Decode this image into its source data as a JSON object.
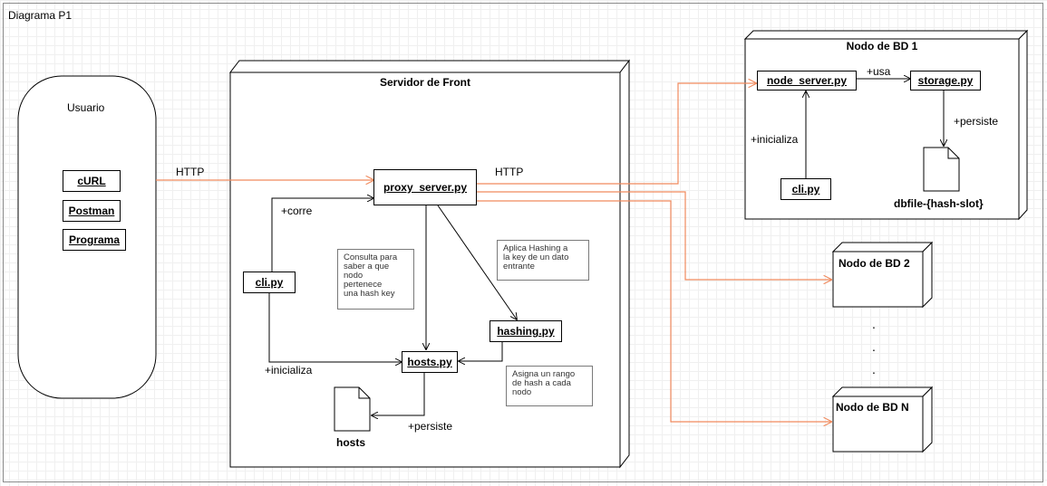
{
  "diagram": {
    "title": "Diagrama P1",
    "actor": {
      "label": "Usuario",
      "clients": [
        "cURL",
        "Postman",
        "Programa"
      ]
    },
    "front_server": {
      "title": "Servidor de Front",
      "components": {
        "proxy": "proxy_server.py",
        "cli": "cli.py",
        "hosts": "hosts.py",
        "hashing": "hashing.py"
      },
      "file": "hosts",
      "notes": {
        "consulta": "Consulta para\nsaber a que\nnodo\npertenece\nuna hash key",
        "hashing": "Aplica Hashing a\nla key de un dato\nentrante",
        "asigna": "Asigna un rango\nde hash a cada\nnodo"
      },
      "edge_labels": {
        "corre": "+corre",
        "inicializa": "+inicializa",
        "persiste": "+persiste"
      }
    },
    "edge_labels": {
      "http_in": "HTTP",
      "http_out": "HTTP"
    },
    "node1": {
      "title": "Nodo de BD 1",
      "components": {
        "node_server": "node_server.py",
        "storage": "storage.py",
        "cli": "cli.py"
      },
      "file": "dbfile-{hash-slot}",
      "edge_labels": {
        "usa": "+usa",
        "persiste": "+persiste",
        "inicializa": "+inicializa"
      }
    },
    "node2": {
      "title": "Nodo de BD 2"
    },
    "nodeN": {
      "title": "Nodo de BD N"
    },
    "ellipsis": [
      ".",
      ".",
      "."
    ],
    "colors": {
      "http_edge": "#f08a5d",
      "line": "#000000",
      "frame": "#8a8a8a",
      "note_border": "#7a7a7a"
    }
  }
}
